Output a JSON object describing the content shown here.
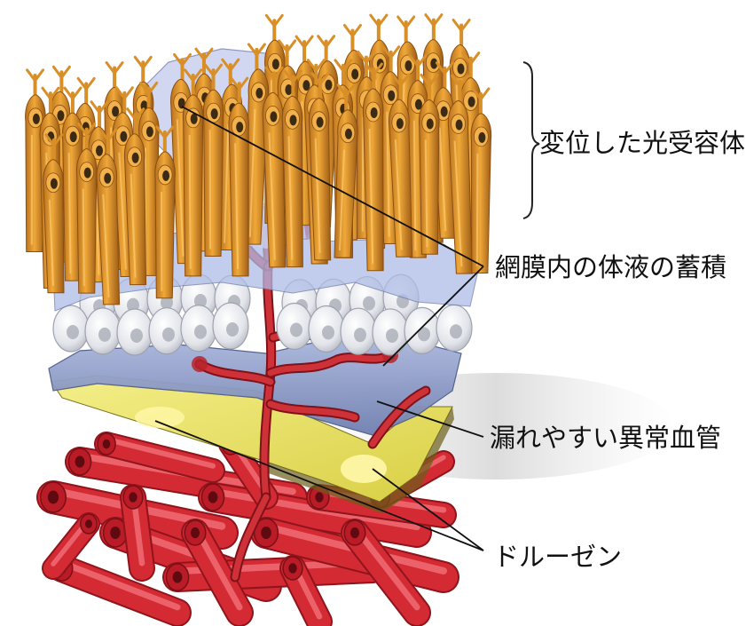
{
  "labels": {
    "displaced_photoreceptors": "変位した光受容体",
    "fluid_accumulation": "網膜内の体液の蓄積",
    "leaky_vessels": "漏れやすい異常血管",
    "drusen": "ドルーゼン"
  },
  "colors": {
    "photoreceptor": "#e0962a",
    "photoreceptor_dark": "#a8621a",
    "cell_layer": "#eceef2",
    "membrane": "#7f8fbf",
    "fluid": "#b9c4e8",
    "vessel": "#d8303a",
    "vessel_dark": "#9e1820",
    "bruch_yellow": "#f0e86a",
    "leader_line": "#111111"
  }
}
